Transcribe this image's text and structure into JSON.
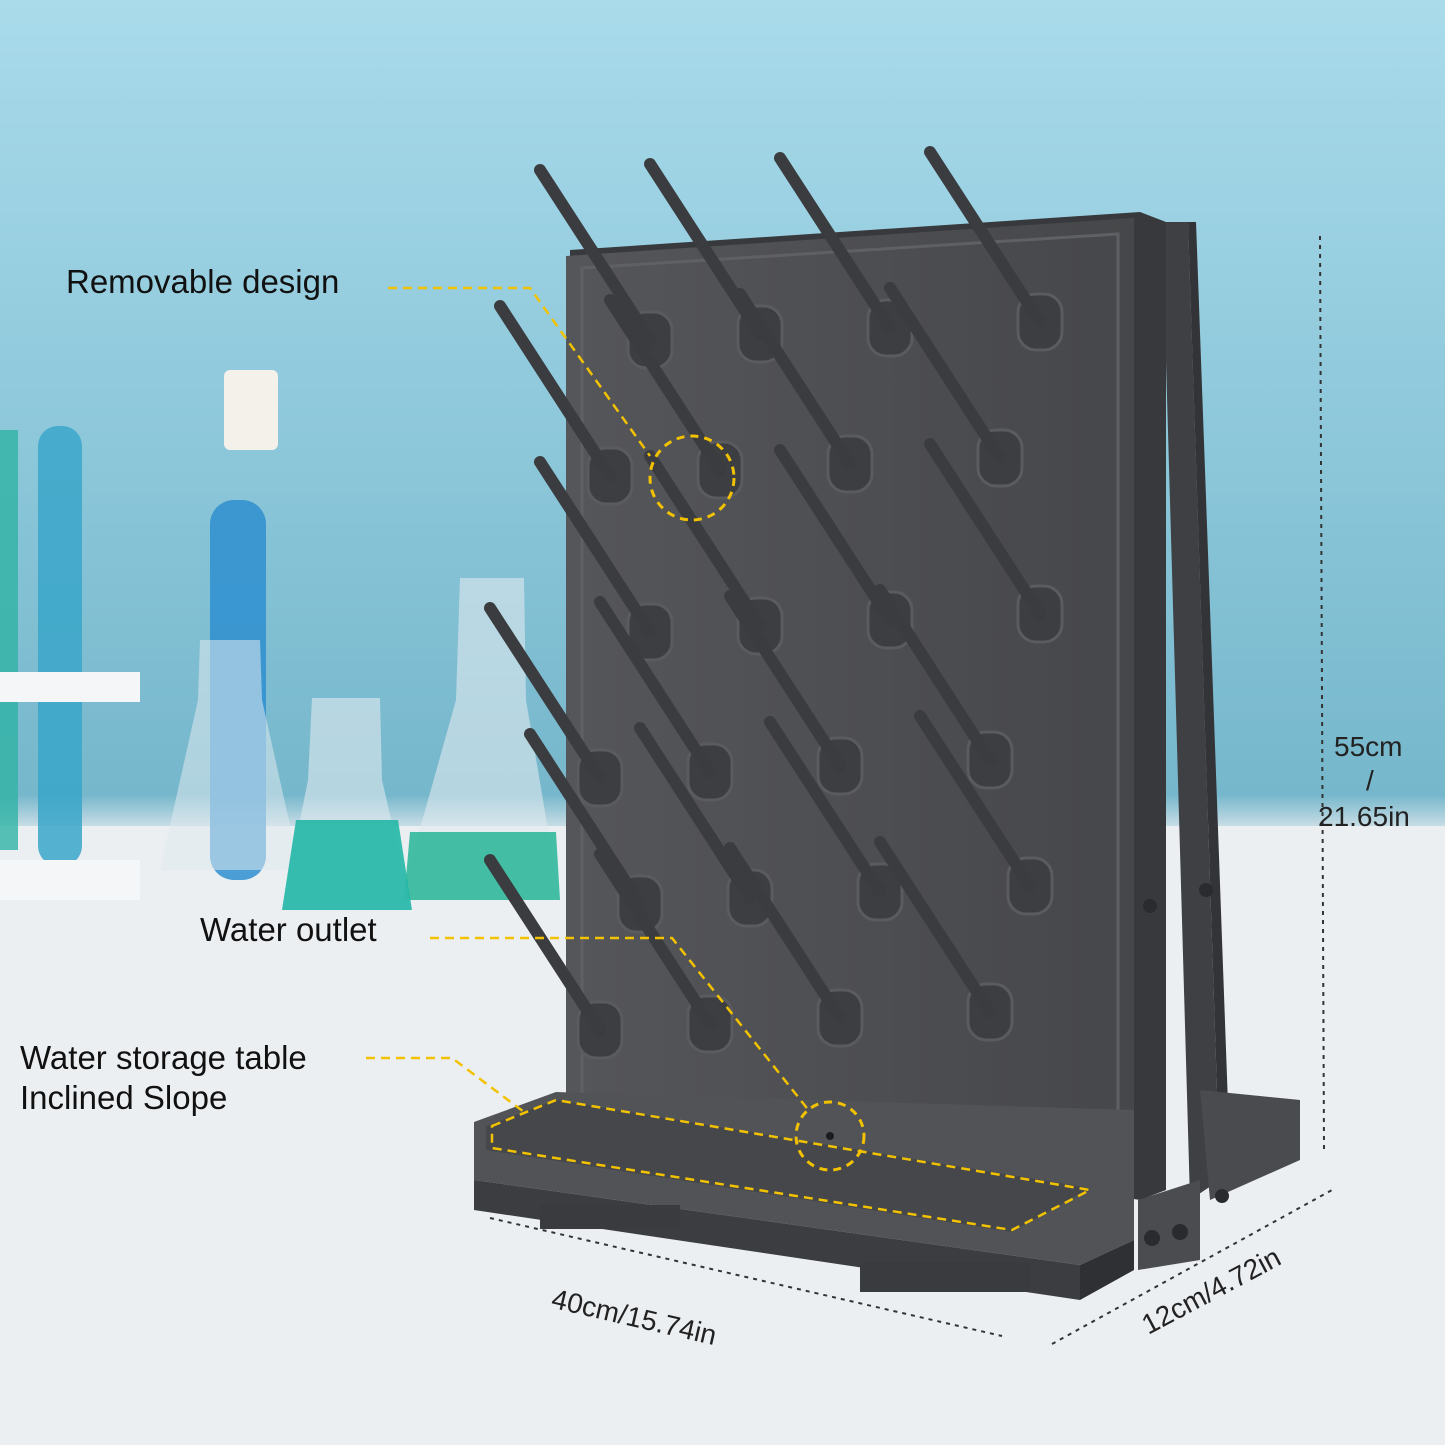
{
  "callouts": {
    "removable": "Removable design",
    "water_outlet": "Water outlet",
    "storage_line1": "Water storage table",
    "storage_line2": "Inclined Slope"
  },
  "dimensions": {
    "height_cm": "55cm",
    "height_sep": "/",
    "height_in": "21.65in",
    "width": "40cm/15.74in",
    "depth": "12cm/4.72in"
  },
  "colors": {
    "rack": "#4a4b4e",
    "callout_line": "#f2c200",
    "background_top": "#8fc7db",
    "table": "#e9ecef"
  }
}
